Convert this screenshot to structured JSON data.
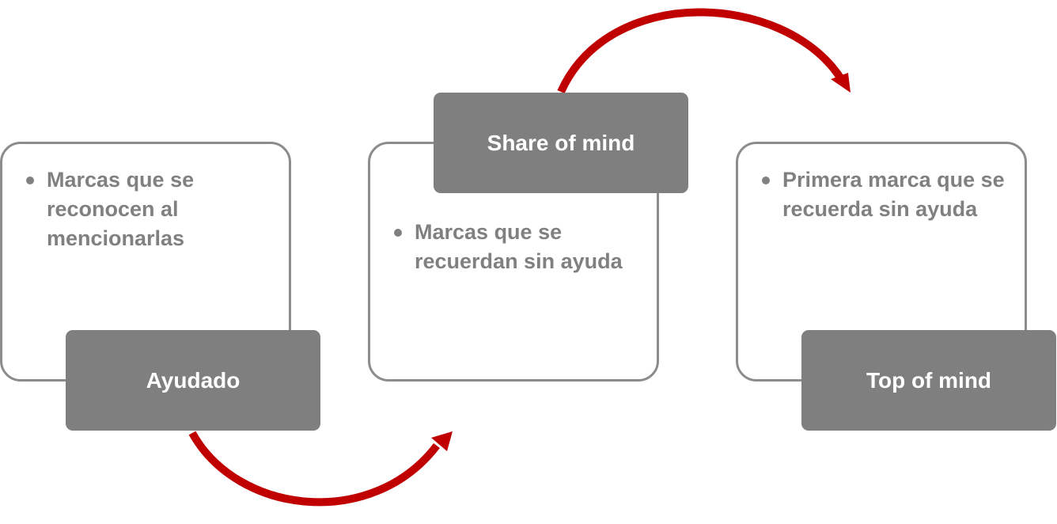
{
  "colors": {
    "arrow": "#c00000",
    "label_fill": "#7f7f7f",
    "card_border": "#8c8c8c",
    "body_text": "#808080"
  },
  "stages": [
    {
      "label": "Ayudado",
      "bullets": [
        "Marcas que se reconocen al mencionarlas"
      ]
    },
    {
      "label": "Share of mind",
      "bullets": [
        "Marcas que se recuerdan sin ayuda"
      ]
    },
    {
      "label": "Top of mind",
      "bullets": [
        "Primera marca que se recuerda sin ayuda"
      ]
    }
  ]
}
